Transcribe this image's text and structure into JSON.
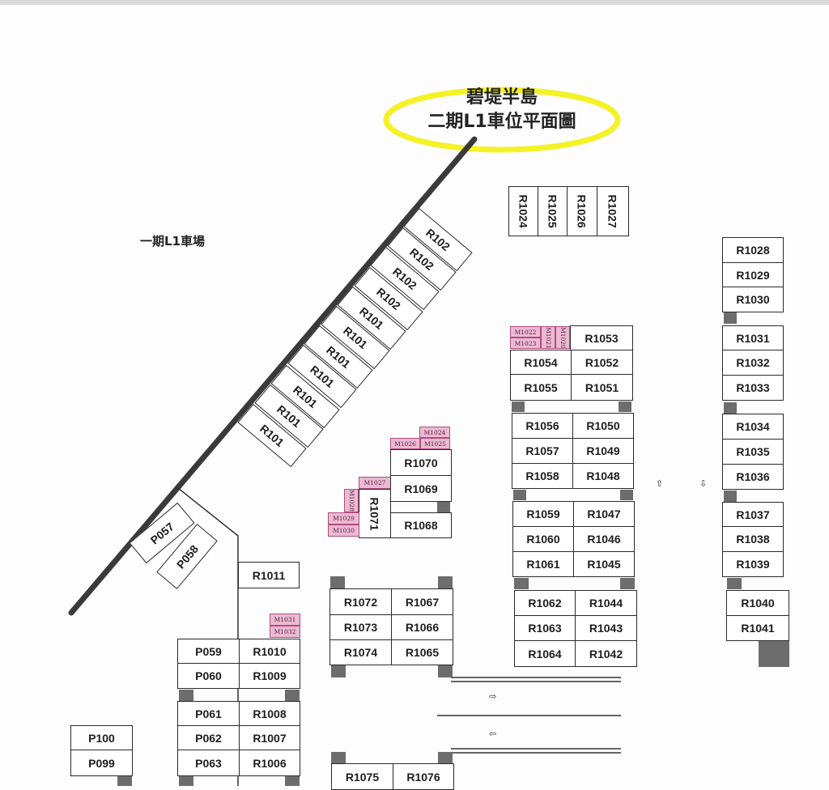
{
  "title": {
    "line1": "碧堤半島",
    "line2": "二期L1車位平面圖"
  },
  "phase1_label": "一期L1車場",
  "highlight_color": "#f2f000",
  "moto_color": "#ecb9d3",
  "diagonal_slots": [
    "R102",
    "R102",
    "R102",
    "R102",
    "R101",
    "R101",
    "R101",
    "R101",
    "R101",
    "R101",
    "R101"
  ],
  "slots": {
    "R1024": "R1024",
    "R1025": "R1025",
    "R1026": "R1026",
    "R1027": "R1027",
    "R1028": "R1028",
    "R1029": "R1029",
    "R1030": "R1030",
    "R1031": "R1031",
    "R1032": "R1032",
    "R1033": "R1033",
    "R1034": "R1034",
    "R1035": "R1035",
    "R1036": "R1036",
    "R1037": "R1037",
    "R1038": "R1038",
    "R1039": "R1039",
    "R1040": "R1040",
    "R1041": "R1041",
    "R1053": "R1053",
    "R1054": "R1054",
    "R1052": "R1052",
    "R1055": "R1055",
    "R1051": "R1051",
    "R1056": "R1056",
    "R1050": "R1050",
    "R1057": "R1057",
    "R1049": "R1049",
    "R1058": "R1058",
    "R1048": "R1048",
    "R1059": "R1059",
    "R1047": "R1047",
    "R1060": "R1060",
    "R1046": "R1046",
    "R1061": "R1061",
    "R1045": "R1045",
    "R1062": "R1062",
    "R1044": "R1044",
    "R1063": "R1063",
    "R1043": "R1043",
    "R1064": "R1064",
    "R1042": "R1042",
    "R1070": "R1070",
    "R1069": "R1069",
    "R1068": "R1068",
    "R1071": "R1071",
    "R1072": "R1072",
    "R1067": "R1067",
    "R1073": "R1073",
    "R1066": "R1066",
    "R1074": "R1074",
    "R1065": "R1065",
    "R1075": "R1075",
    "R1076": "R1076",
    "R1011": "R1011",
    "R1010": "R1010",
    "R1009": "R1009",
    "R1008": "R1008",
    "R1007": "R1007",
    "R1006": "R1006",
    "P057": "P057",
    "P058": "P058",
    "P059": "P059",
    "P060": "P060",
    "P061": "P061",
    "P062": "P062",
    "P063": "P063",
    "P100": "P100",
    "P099": "P099"
  },
  "moto": {
    "M1022": "M1022",
    "M1023": "M1023",
    "M1021": "M1021",
    "M1020": "M1020",
    "M1024": "M1024",
    "M1025": "M1025",
    "M1026": "M1026",
    "M1027": "M1027",
    "M1028": "M1028",
    "M1029": "M1029",
    "M1030": "M1030",
    "M1031": "M1031",
    "M1032": "M1032"
  },
  "arrows": {
    "up": "⇧",
    "down": "⇩",
    "right": "⇨",
    "left": "⇦"
  }
}
